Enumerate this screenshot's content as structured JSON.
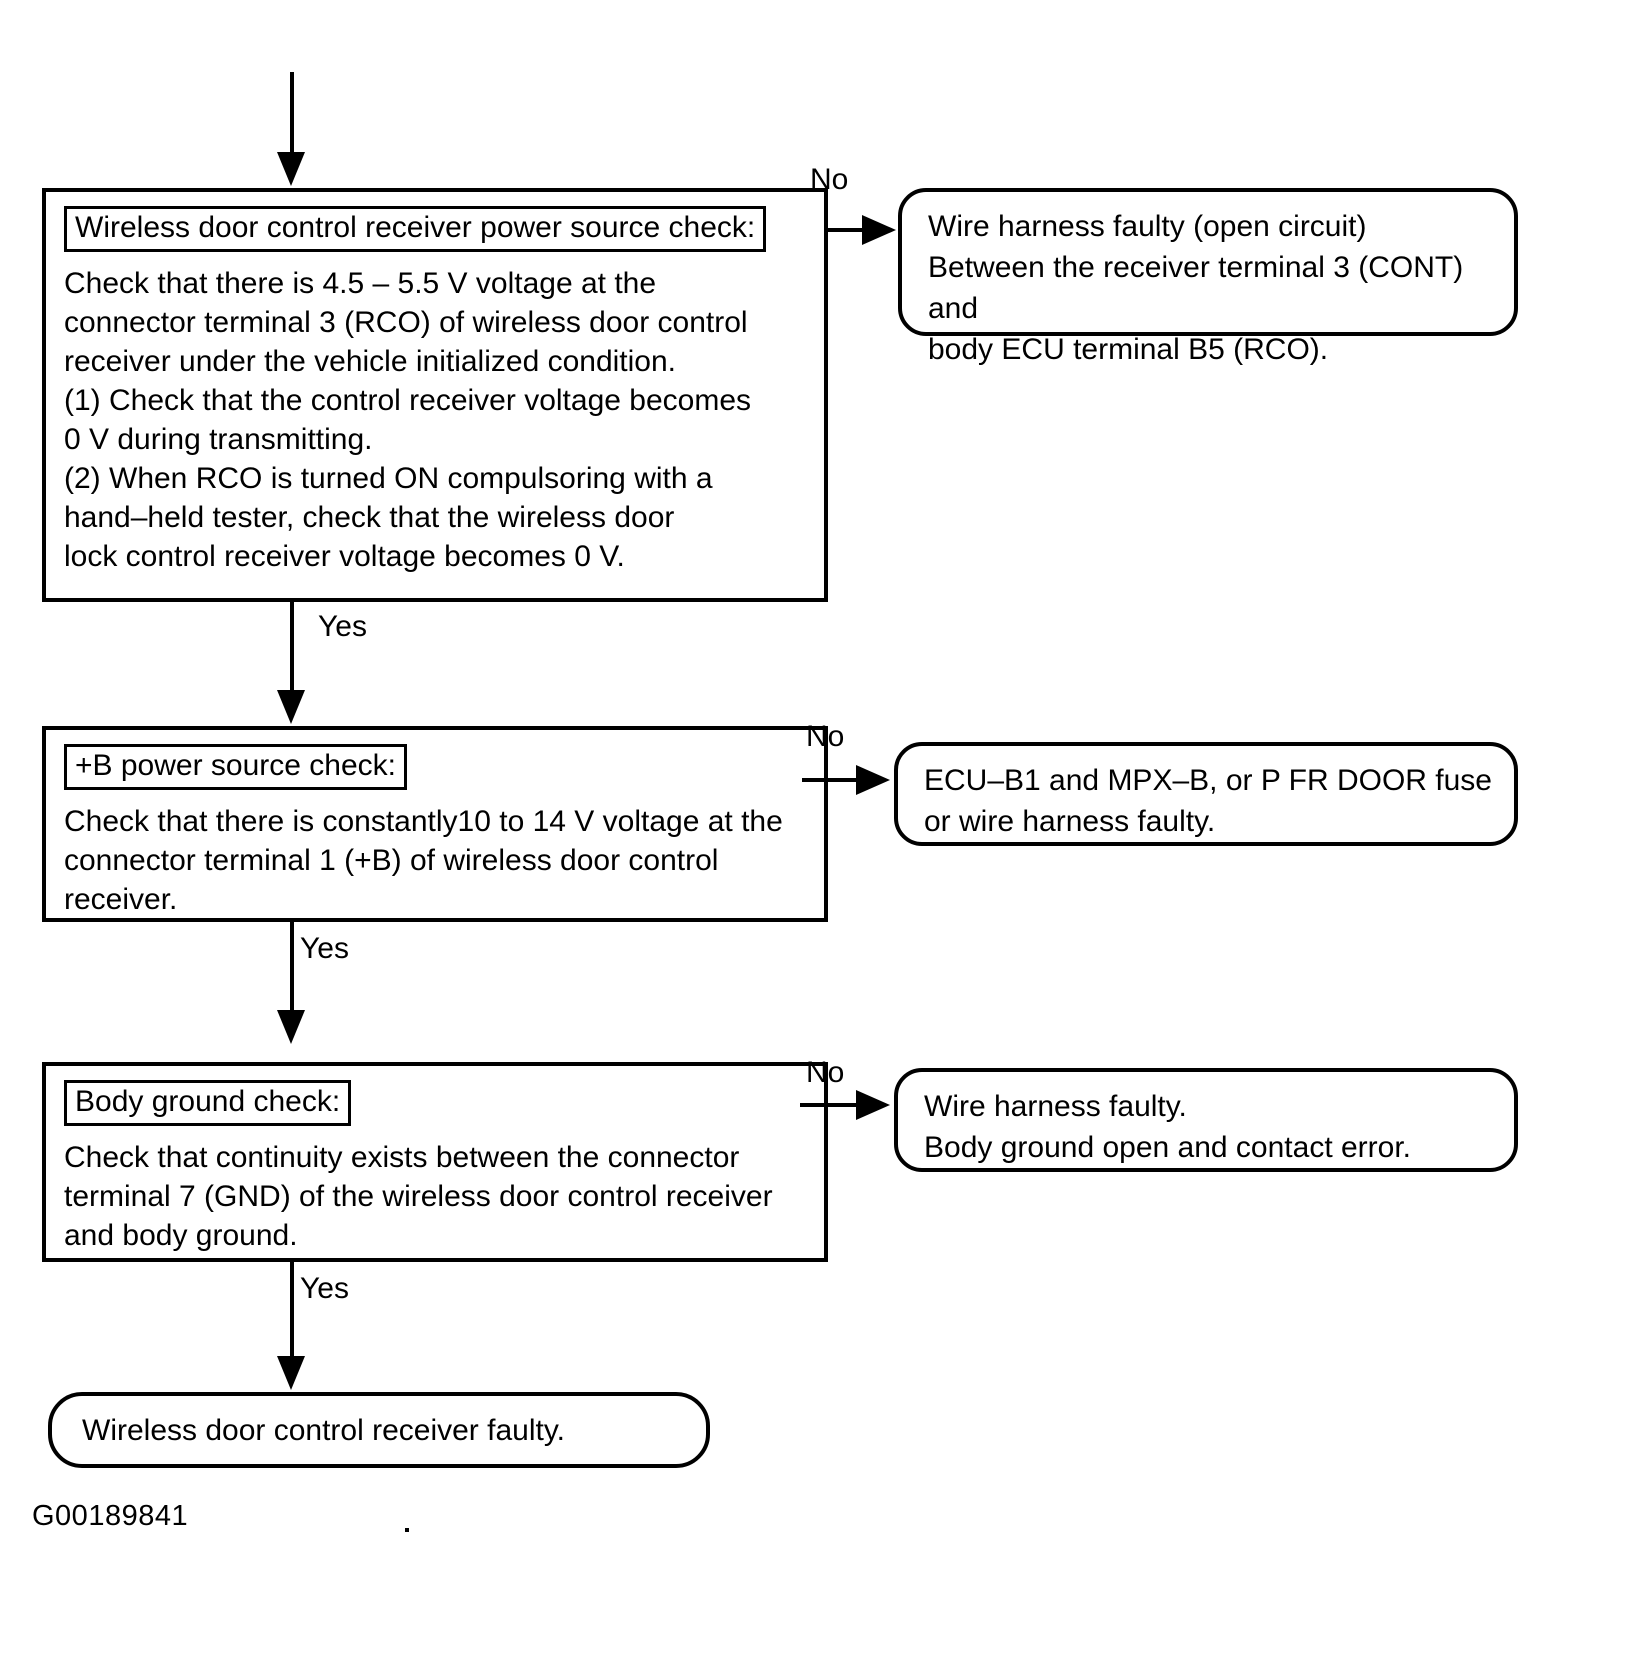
{
  "diagram": {
    "title": "Wireless door control receiver power source check flowchart",
    "figure_code": "G00189841",
    "branch_labels": {
      "yes": "Yes",
      "no": "No"
    }
  },
  "steps": [
    {
      "id": "step-1",
      "title": "Wireless door control receiver power source check:",
      "body": "Check that there is 4.5 – 5.5 V voltage at the\nconnector terminal 3 (RCO) of wireless door control\nreceiver under the vehicle initialized condition.\n(1) Check that the control receiver voltage becomes\n0 V during transmitting.\n(2) When RCO is turned ON compulsoring with a\nhand–held tester, check that the wireless door\nlock control receiver voltage becomes 0 V.",
      "no_result": "Wire harness faulty (open circuit)\nBetween the receiver terminal 3 (CONT) and\nbody ECU terminal B5 (RCO).",
      "yes_label": "Yes",
      "no_label": "No"
    },
    {
      "id": "step-2",
      "title": "+B power source check:",
      "body": "Check that there is constantly10 to 14 V voltage at the\nconnector terminal 1 (+B) of wireless door control\nreceiver.",
      "no_result": "ECU–B1 and MPX–B, or P FR DOOR fuse\nor wire harness faulty.",
      "yes_label": "Yes",
      "no_label": "No"
    },
    {
      "id": "step-3",
      "title": "Body ground check:",
      "body": "Check that continuity exists between the connector\nterminal 7 (GND) of the wireless door control receiver\nand body ground.",
      "no_result": "Wire harness faulty.\nBody ground open and contact error.",
      "yes_label": "Yes",
      "no_label": "No"
    }
  ],
  "terminal": {
    "label": "Wireless door control receiver faulty."
  }
}
